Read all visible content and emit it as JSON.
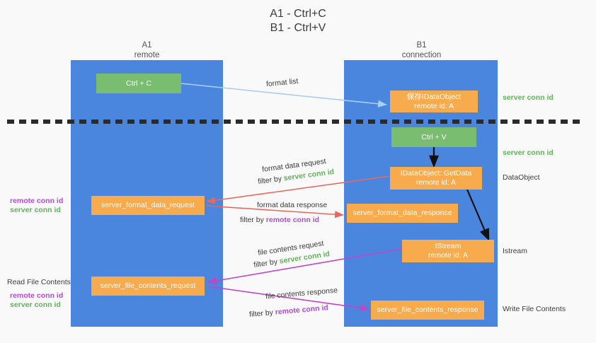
{
  "title": {
    "line1": "A1 - Ctrl+C",
    "line2": "B1 - Ctrl+V"
  },
  "columns": [
    {
      "name": "A1",
      "role": "remote"
    },
    {
      "name": "B1",
      "role": "connection"
    }
  ],
  "boxes": {
    "ctrl_c": {
      "label": "Ctrl + C"
    },
    "ctrl_v": {
      "label": "Ctrl + V"
    },
    "idataobject": {
      "label": "保存IDataObject",
      "sub": "remote id: A"
    },
    "getdata": {
      "label": "IDataObject::GetData",
      "sub": "remote id: A"
    },
    "istream": {
      "label": "IStream",
      "sub": "remote id: A"
    },
    "format_data_request": {
      "label": "server_format_data_request"
    },
    "format_data_response": {
      "label": "server_format_data_response"
    },
    "file_contents_request": {
      "label": "server_file_contents_request"
    },
    "file_contents_response": {
      "label": "server_file_contents_response"
    }
  },
  "arrow_labels": {
    "format_list": "format list",
    "format_data_request": "format data request",
    "format_data_request_filter_pre": "filter by ",
    "format_data_request_filter_key": "server conn id",
    "format_data_response": "format data response",
    "format_data_response_filter_pre": "filter by ",
    "format_data_response_filter_key": "remote conn id",
    "file_contents_request": "file contents request",
    "file_contents_request_filter_pre": "filter by ",
    "file_contents_request_filter_key": "server conn id",
    "file_contents_response": "file contents response",
    "file_contents_response_filter_pre": "filter by ",
    "file_contents_response_filter_key": "remote conn id"
  },
  "right_labels": {
    "server_conn_id_top": "server conn id",
    "server_conn_id_second": "server conn id",
    "dataobject": "DataObject",
    "istream": "Istream",
    "write_file_contents": "Write File Contents"
  },
  "left_labels": {
    "remote_conn_id_1": "remote conn id",
    "server_conn_id_1": "server conn id",
    "read_file_contents": "Read File Contents",
    "remote_conn_id_2": "remote conn id",
    "server_conn_id_2": "server conn id"
  },
  "colors": {
    "lane": "#4a86dd",
    "green_box": "#79bd70",
    "orange_box": "#f7ab4c",
    "arrow_light_blue": "#a8cef0",
    "arrow_red": "#e8685d",
    "arrow_magenta": "#c245c7",
    "arrow_black": "#111111",
    "text_green": "#5fb35a",
    "text_purple": "#b34bd4",
    "background": "#f9f9f9"
  }
}
